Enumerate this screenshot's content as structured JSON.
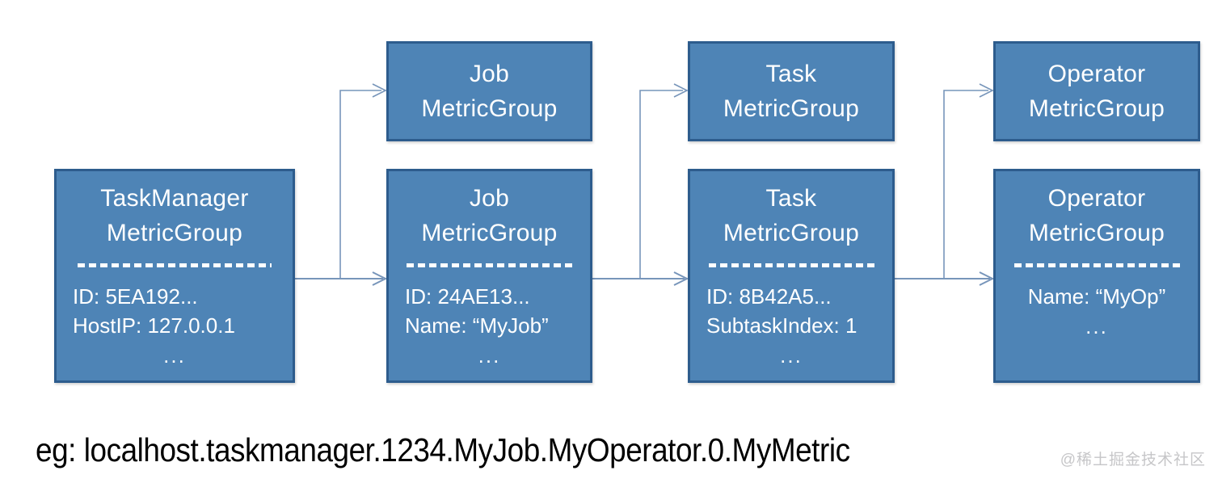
{
  "diagram": {
    "colors": {
      "box_fill": "#4e84b6",
      "box_border": "#2d5c8d",
      "connector": "#7795ba",
      "box_text": "#ffffff"
    },
    "taskmanager": {
      "main_box": {
        "title_line1": "TaskManager",
        "title_line2": "MetricGroup",
        "details": [
          "ID: 5EA192...",
          "HostIP: 127.0.0.1"
        ],
        "ellipsis": "..."
      }
    },
    "job": {
      "top_box": {
        "title_line1": "Job",
        "title_line2": "MetricGroup"
      },
      "main_box": {
        "title_line1": "Job",
        "title_line2": "MetricGroup",
        "details": [
          "ID: 24AE13...",
          "Name: “MyJob”"
        ],
        "ellipsis": "..."
      }
    },
    "task": {
      "top_box": {
        "title_line1": "Task",
        "title_line2": "MetricGroup"
      },
      "main_box": {
        "title_line1": "Task",
        "title_line2": "MetricGroup",
        "details": [
          "ID: 8B42A5...",
          "SubtaskIndex: 1"
        ],
        "ellipsis": "..."
      }
    },
    "operator": {
      "top_box": {
        "title_line1": "Operator",
        "title_line2": "MetricGroup"
      },
      "main_box": {
        "title_line1": "Operator",
        "title_line2": "MetricGroup",
        "details": [
          "Name: “MyOp”"
        ],
        "ellipsis": "..."
      }
    }
  },
  "caption": {
    "example_text": "eg: localhost.taskmanager.1234.MyJob.MyOperator.0.MyMetric"
  },
  "watermark": {
    "text": "@稀土掘金技术社区"
  }
}
